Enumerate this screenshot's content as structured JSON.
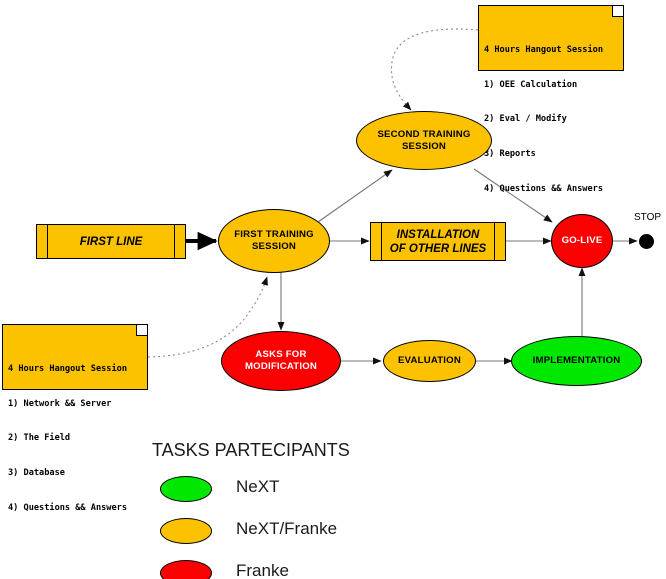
{
  "diagram": {
    "notes": [
      {
        "name": "note-second-training-agenda",
        "lines": [
          "4 Hours Hangout Session",
          "1) OEE Calculation",
          "2) Eval / Modify",
          "3) Reports",
          "4) Questions && Answers"
        ]
      },
      {
        "name": "note-first-training-agenda",
        "lines": [
          "4 Hours Hangout Session",
          "1) Network && Server",
          "2) The Field",
          "3) Database",
          "4) Questions && Answers"
        ]
      }
    ],
    "processes": [
      {
        "name": "process-first-line",
        "label": "FIRST LINE"
      },
      {
        "name": "process-installation-other-lines",
        "label": "INSTALLATION\nOF OTHER LINES"
      }
    ],
    "nodes": [
      {
        "name": "node-first-training-session",
        "label": "FIRST TRAINING\nSESSION",
        "color": "#fcc200"
      },
      {
        "name": "node-second-training-session",
        "label": "SECOND TRAINING\nSESSION",
        "color": "#fcc200"
      },
      {
        "name": "node-go-live",
        "label": "GO-LIVE",
        "color": "#fa0000"
      },
      {
        "name": "node-asks-for-modification",
        "label": "ASKS FOR\nMODIFICATION",
        "color": "#fa0000"
      },
      {
        "name": "node-evaluation",
        "label": "EVALUATION",
        "color": "#fcc200"
      },
      {
        "name": "node-implementation",
        "label": "IMPLEMENTATION",
        "color": "#00e800"
      }
    ],
    "stop": {
      "label": "STOP"
    }
  },
  "legend": {
    "title": "TASKS PARTECIPANTS",
    "items": [
      {
        "label": "NeXT",
        "color": "#00e800"
      },
      {
        "label": "NeXT/Franke",
        "color": "#fcc200"
      },
      {
        "label": "Franke",
        "color": "#fa0000"
      }
    ]
  }
}
